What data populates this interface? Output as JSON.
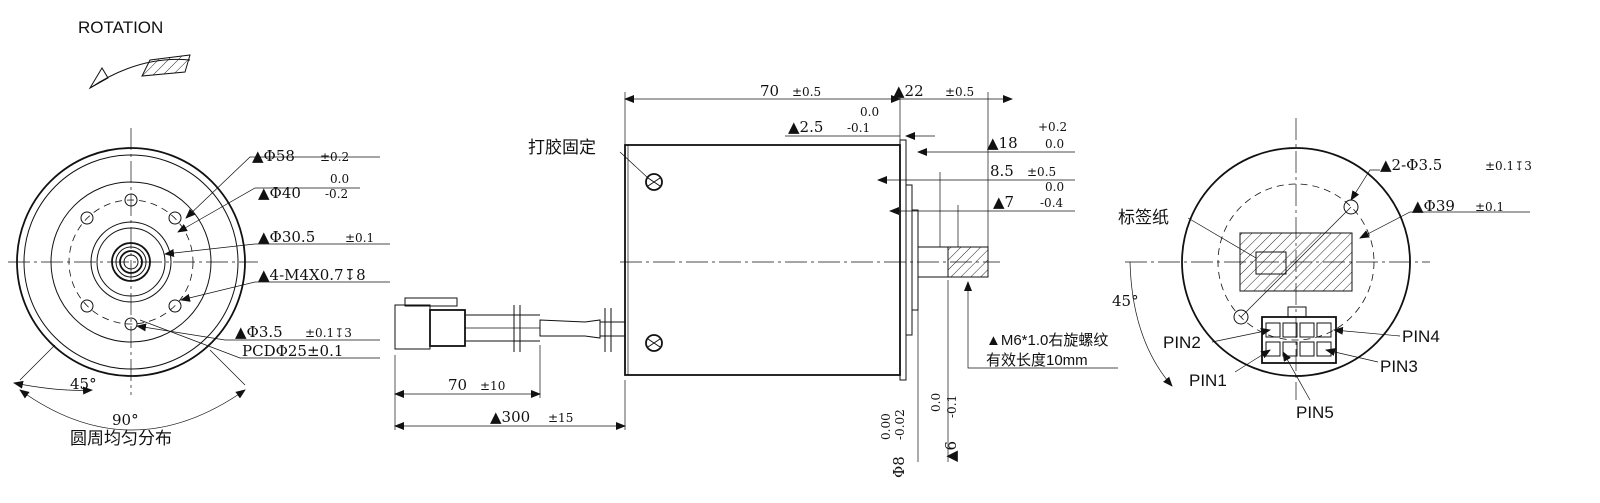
{
  "rotation": {
    "label": "ROTATION"
  },
  "front_view": {
    "dims": [
      {
        "text": "▲Φ58",
        "tol": "±0.2",
        "tol_upper": "",
        "tol_lower": ""
      },
      {
        "text": "▲Φ40",
        "tol": "",
        "tol_upper": "0.0",
        "tol_lower": "-0.2"
      },
      {
        "text": "▲Φ30.5",
        "tol": "±0.1",
        "tol_upper": "",
        "tol_lower": ""
      },
      {
        "text": "▲4-M4X0.7↧8",
        "tol": "",
        "tol_upper": "",
        "tol_lower": ""
      },
      {
        "text": "▲Φ3.5",
        "tol": "±0.1↧3",
        "tol_upper": "",
        "tol_lower": ""
      },
      {
        "text": "PCDΦ25±0.1",
        "tol": "",
        "tol_upper": "",
        "tol_lower": ""
      }
    ],
    "angle_45": "45°",
    "angle_90": "90°",
    "distribution_note": "圆周均匀分布"
  },
  "side_view": {
    "glue_label": "打胶固定",
    "len_70": {
      "text": "70",
      "tol": "±0.5"
    },
    "len_22": {
      "text": "▲22",
      "tol": "±0.5"
    },
    "len_2_5": {
      "text": "▲2.5",
      "tol_upper": "0.0",
      "tol_lower": "-0.1"
    },
    "len_18": {
      "text": "▲18",
      "tol_upper": "+0.2",
      "tol_lower": "0.0"
    },
    "len_8_5": {
      "text": "8.5",
      "tol": "±0.5"
    },
    "len_7": {
      "text": "▲7",
      "tol_upper": "0.0",
      "tol_lower": "-0.4"
    },
    "thread_note": "▲M6*1.0右旋螺纹",
    "thread_length": "有效长度10mm",
    "cable_70": {
      "text": "70",
      "tol": "±10"
    },
    "cable_300": {
      "text": "▲300",
      "tol": "±15"
    },
    "dia_8": {
      "text": "Φ8",
      "tol_upper": "0.00",
      "tol_lower": "-0.02"
    },
    "dia_6": {
      "text": "▲6",
      "tol_upper": "0.0",
      "tol_lower": "-0.1"
    }
  },
  "rear_view": {
    "hole_dim": {
      "text": "▲2-Φ3.5",
      "tol": "±0.1↧3"
    },
    "circle_dim": {
      "text": "▲Φ39",
      "tol": "±0.1"
    },
    "label_paper": "标签纸",
    "angle_45": "45°",
    "pins": [
      "PIN1",
      "PIN2",
      "PIN3",
      "PIN4",
      "PIN5"
    ]
  }
}
